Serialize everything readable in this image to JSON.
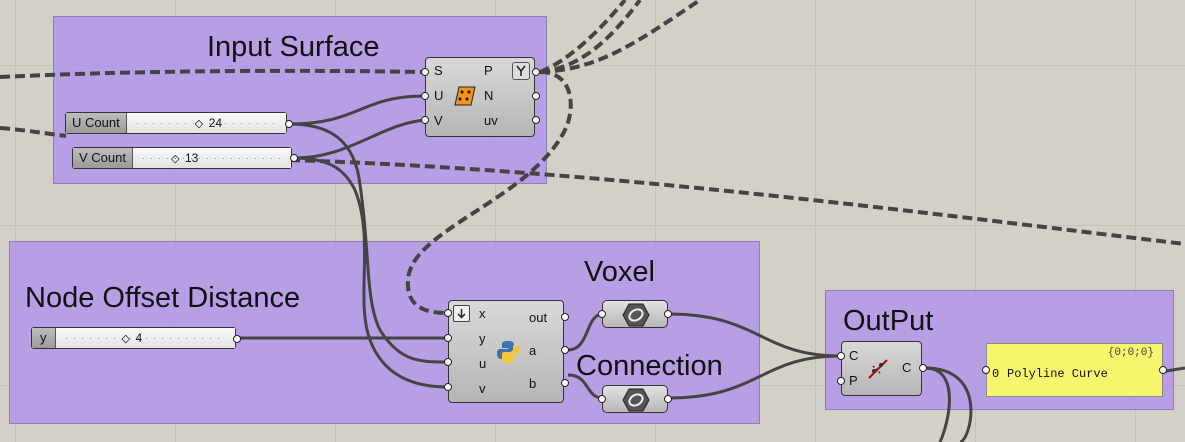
{
  "groups": {
    "input_surface": "Input Surface",
    "node_offset": "Node Offset Distance",
    "voxel": "Voxel",
    "connection": "Connection",
    "output": "OutPut"
  },
  "surface_component": {
    "inputs": [
      "S",
      "U",
      "V"
    ],
    "outputs": [
      "P",
      "N",
      "uv"
    ]
  },
  "sliders": {
    "u_count": {
      "label": "U Count",
      "value": "24"
    },
    "v_count": {
      "label": "V Count",
      "value": "13"
    },
    "y": {
      "label": "y",
      "value": "4"
    }
  },
  "python_component": {
    "inputs": [
      "x",
      "y",
      "u",
      "v"
    ],
    "outputs": [
      "out",
      "a",
      "b"
    ]
  },
  "polyline_component": {
    "inputs": [
      "C",
      "P"
    ],
    "outputs": [
      "C"
    ]
  },
  "panel": {
    "path": "{0;0;0}",
    "index": "0",
    "text": "Polyline Curve",
    "color": "#f7f56e"
  },
  "colors": {
    "canvas": "#d4d0c8",
    "group": "#aa8cf0"
  }
}
